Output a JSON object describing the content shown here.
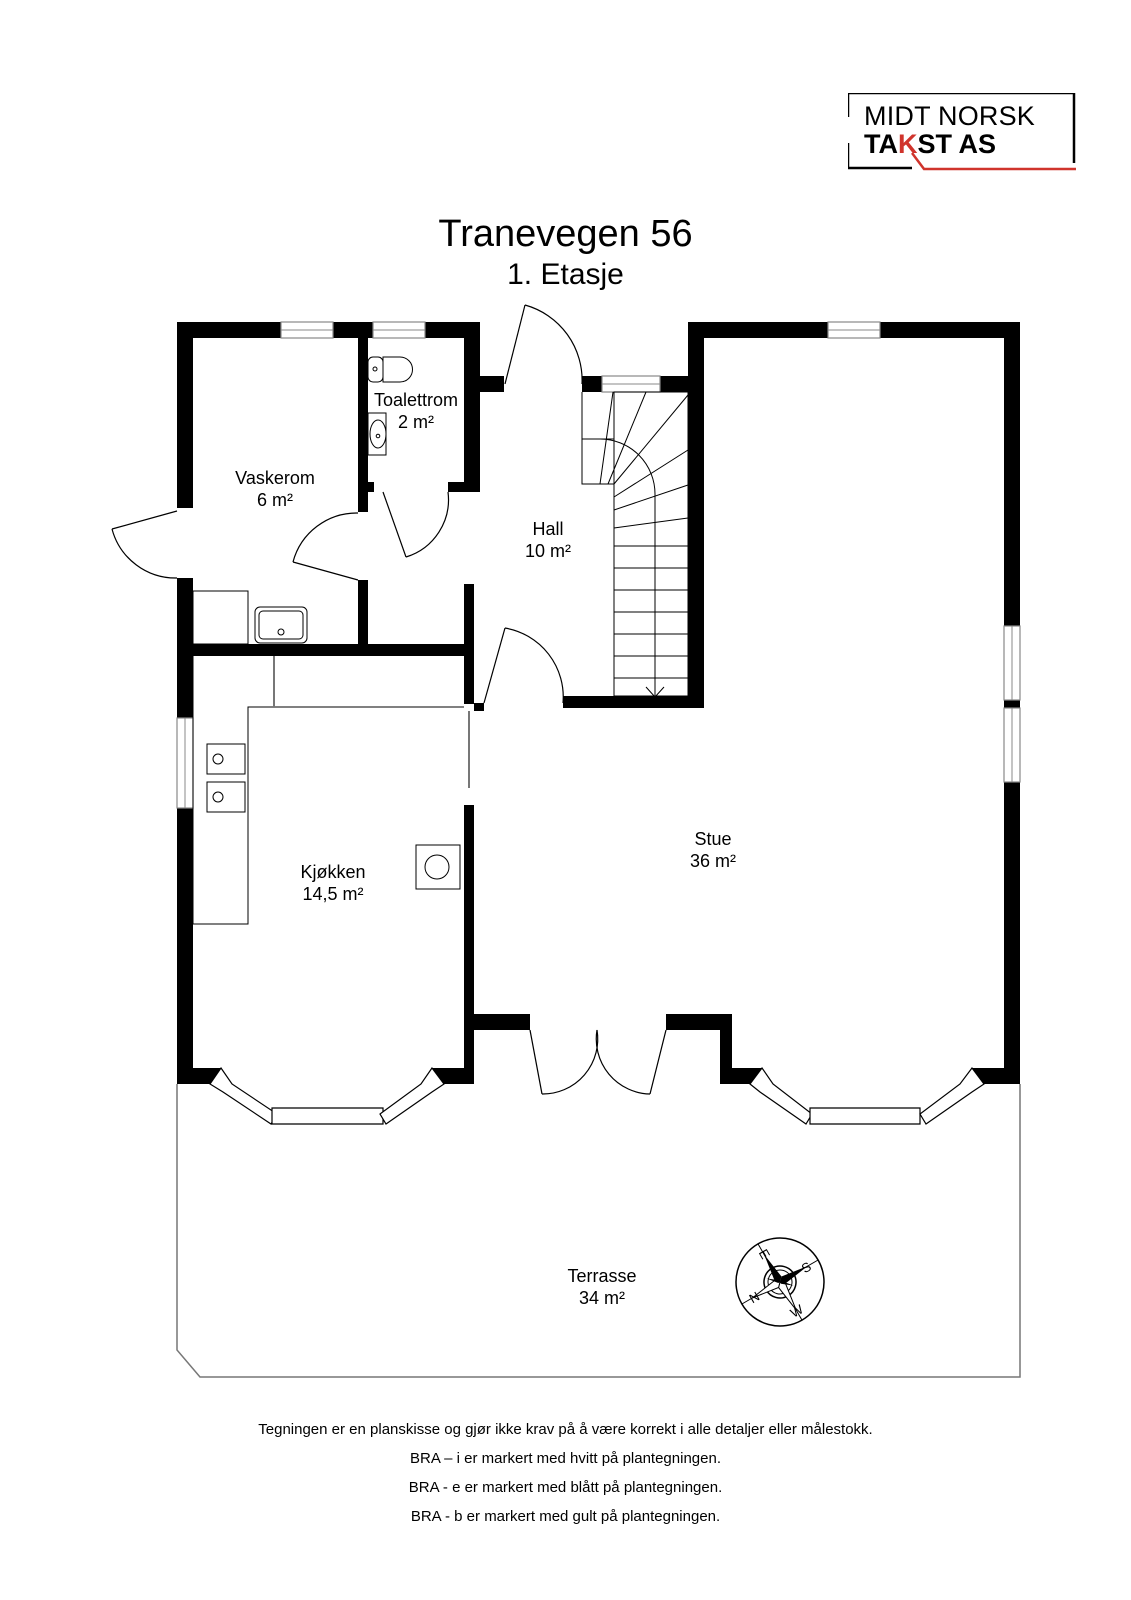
{
  "logo": {
    "line1": "MIDT NORSK",
    "line2_a": "TA",
    "line2_k": "K",
    "line2_b": "ST AS",
    "accent_color": "#d0342c"
  },
  "header": {
    "title": "Tranevegen 56",
    "subtitle": "1. Etasje"
  },
  "rooms": [
    {
      "name": "Vaskerom",
      "area": "6 m²"
    },
    {
      "name": "Toalettrom",
      "area": "2 m²"
    },
    {
      "name": "Hall",
      "area": "10 m²"
    },
    {
      "name": "Stue",
      "area": "36 m²"
    },
    {
      "name": "Kjøkken",
      "area": "14,5 m²"
    },
    {
      "name": "Terrasse",
      "area": "34 m²"
    }
  ],
  "compass": {
    "icon": "compass-rose-icon",
    "labels": [
      "N",
      "E",
      "S",
      "W"
    ]
  },
  "notes": [
    "Tegningen er en planskisse og gjør ikke krav på å være korrekt i alle detaljer eller målestokk.",
    "BRA – i er markert med hvitt på plantegningen.",
    "BRA - e er markert med blått på plantegningen.",
    "BRA - b er markert med gult på plantegningen."
  ]
}
